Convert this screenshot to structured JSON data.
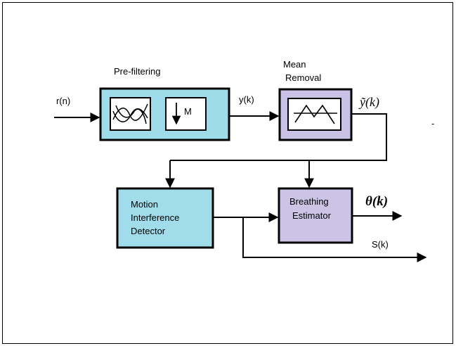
{
  "input_signal": "r(n)",
  "prefilter": {
    "title": "Pre-filtering",
    "decimation_label": "M"
  },
  "prefilter_output": "y(k)",
  "mean_removal": {
    "title_line1": "Mean",
    "title_line2": "Removal"
  },
  "mean_removed_output": "ỹ(k)",
  "motion_detector": {
    "line1": "Motion",
    "line2": "Interference",
    "line3": "Detector"
  },
  "breathing_estimator": {
    "line1": "Breathing",
    "line2": "Estimator"
  },
  "estimator_output": "θ(k)",
  "detector_output": "S(k)",
  "stray_mark": "-",
  "colors": {
    "prefilter_fill": "#9fdcea",
    "mean_removal_fill": "#c9c2e6",
    "motion_fill": "#a1dcea",
    "estimator_fill": "#cbc4e6",
    "stroke": "#000000"
  }
}
